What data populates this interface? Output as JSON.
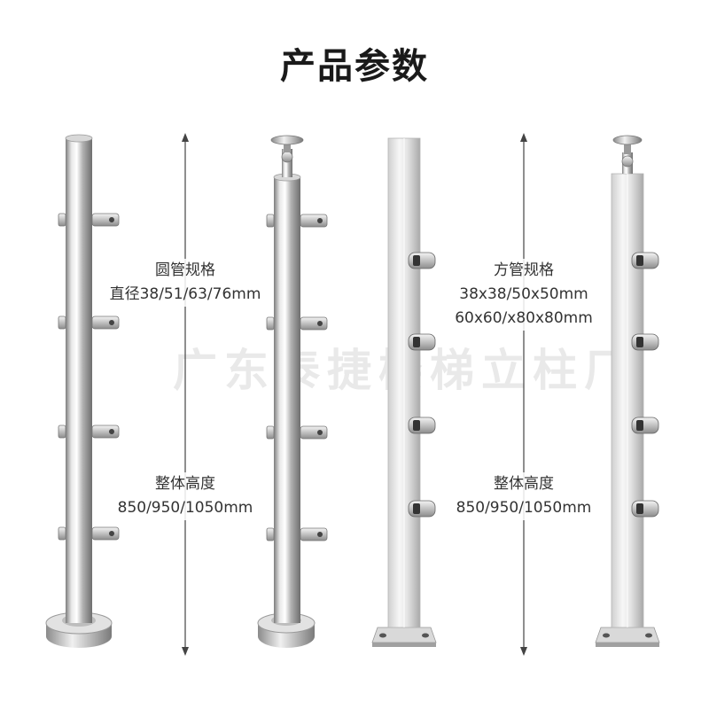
{
  "title": "产品参数",
  "watermark": "广东泰捷楼梯立柱厂",
  "round": {
    "spec_title": "圆管规格",
    "spec_value": "直径38/51/63/76mm",
    "height_title": "整体高度",
    "height_value": "850/950/1050mm"
  },
  "square": {
    "spec_title": "方管规格",
    "spec_value_1": "38x38/50x50mm",
    "spec_value_2": "60x60/x80x80mm",
    "height_title": "整体高度",
    "height_value": "850/950/1050mm"
  },
  "colors": {
    "steel_light": "#f4f4f4",
    "steel_dark": "#8a8a8a",
    "text": "#333333"
  }
}
